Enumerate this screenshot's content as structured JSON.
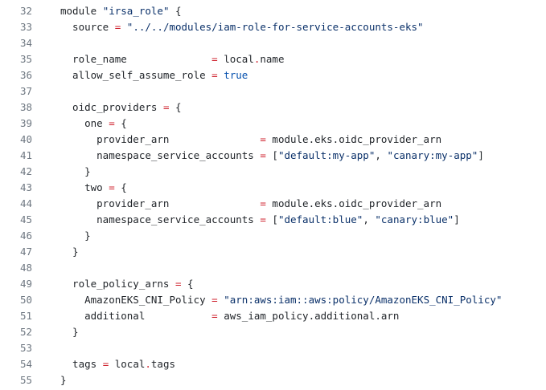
{
  "colors": {
    "background": "#ffffff",
    "text": "#1f2328",
    "line_number": "#6e7781",
    "string": "#0a3069",
    "operator": "#cf222e",
    "boolean": "#0550ae"
  },
  "lines": [
    {
      "num": "32",
      "tokens": [
        {
          "t": "module ",
          "k": "kw"
        },
        {
          "t": "\"irsa_role\"",
          "k": "str"
        },
        {
          "t": " {",
          "k": "punct"
        }
      ]
    },
    {
      "num": "33",
      "tokens": [
        {
          "t": "  source ",
          "k": "id"
        },
        {
          "t": "=",
          "k": "op"
        },
        {
          "t": " ",
          "k": "id"
        },
        {
          "t": "\"../../modules/iam-role-for-service-accounts-eks\"",
          "k": "str"
        }
      ]
    },
    {
      "num": "34",
      "tokens": []
    },
    {
      "num": "35",
      "tokens": [
        {
          "t": "  role_name              ",
          "k": "id"
        },
        {
          "t": "=",
          "k": "op"
        },
        {
          "t": " local",
          "k": "id"
        },
        {
          "t": ".",
          "k": "op"
        },
        {
          "t": "name",
          "k": "id"
        }
      ]
    },
    {
      "num": "36",
      "tokens": [
        {
          "t": "  allow_self_assume_role ",
          "k": "id"
        },
        {
          "t": "=",
          "k": "op"
        },
        {
          "t": " ",
          "k": "id"
        },
        {
          "t": "true",
          "k": "bool"
        }
      ]
    },
    {
      "num": "37",
      "tokens": []
    },
    {
      "num": "38",
      "tokens": [
        {
          "t": "  oidc_providers ",
          "k": "id"
        },
        {
          "t": "=",
          "k": "op"
        },
        {
          "t": " {",
          "k": "punct"
        }
      ]
    },
    {
      "num": "39",
      "tokens": [
        {
          "t": "    one ",
          "k": "id"
        },
        {
          "t": "=",
          "k": "op"
        },
        {
          "t": " {",
          "k": "punct"
        }
      ]
    },
    {
      "num": "40",
      "tokens": [
        {
          "t": "      provider_arn               ",
          "k": "id"
        },
        {
          "t": "=",
          "k": "op"
        },
        {
          "t": " module.eks.oidc_provider_arn",
          "k": "id"
        }
      ]
    },
    {
      "num": "41",
      "tokens": [
        {
          "t": "      namespace_service_accounts ",
          "k": "id"
        },
        {
          "t": "=",
          "k": "op"
        },
        {
          "t": " [",
          "k": "punct"
        },
        {
          "t": "\"default:my-app\"",
          "k": "str"
        },
        {
          "t": ", ",
          "k": "punct"
        },
        {
          "t": "\"canary:my-app\"",
          "k": "str"
        },
        {
          "t": "]",
          "k": "punct"
        }
      ]
    },
    {
      "num": "42",
      "tokens": [
        {
          "t": "    }",
          "k": "punct"
        }
      ]
    },
    {
      "num": "43",
      "tokens": [
        {
          "t": "    two ",
          "k": "id"
        },
        {
          "t": "=",
          "k": "op"
        },
        {
          "t": " {",
          "k": "punct"
        }
      ]
    },
    {
      "num": "44",
      "tokens": [
        {
          "t": "      provider_arn               ",
          "k": "id"
        },
        {
          "t": "=",
          "k": "op"
        },
        {
          "t": " module.eks.oidc_provider_arn",
          "k": "id"
        }
      ]
    },
    {
      "num": "45",
      "tokens": [
        {
          "t": "      namespace_service_accounts ",
          "k": "id"
        },
        {
          "t": "=",
          "k": "op"
        },
        {
          "t": " [",
          "k": "punct"
        },
        {
          "t": "\"default:blue\"",
          "k": "str"
        },
        {
          "t": ", ",
          "k": "punct"
        },
        {
          "t": "\"canary:blue\"",
          "k": "str"
        },
        {
          "t": "]",
          "k": "punct"
        }
      ]
    },
    {
      "num": "46",
      "tokens": [
        {
          "t": "    }",
          "k": "punct"
        }
      ]
    },
    {
      "num": "47",
      "tokens": [
        {
          "t": "  }",
          "k": "punct"
        }
      ]
    },
    {
      "num": "48",
      "tokens": []
    },
    {
      "num": "49",
      "tokens": [
        {
          "t": "  role_policy_arns ",
          "k": "id"
        },
        {
          "t": "=",
          "k": "op"
        },
        {
          "t": " {",
          "k": "punct"
        }
      ]
    },
    {
      "num": "50",
      "tokens": [
        {
          "t": "    AmazonEKS_CNI_Policy ",
          "k": "id"
        },
        {
          "t": "=",
          "k": "op"
        },
        {
          "t": " ",
          "k": "id"
        },
        {
          "t": "\"arn:aws:iam::aws:policy/AmazonEKS_CNI_Policy\"",
          "k": "str"
        }
      ]
    },
    {
      "num": "51",
      "tokens": [
        {
          "t": "    additional           ",
          "k": "id"
        },
        {
          "t": "=",
          "k": "op"
        },
        {
          "t": " aws_iam_policy.additional.arn",
          "k": "id"
        }
      ]
    },
    {
      "num": "52",
      "tokens": [
        {
          "t": "  }",
          "k": "punct"
        }
      ]
    },
    {
      "num": "53",
      "tokens": []
    },
    {
      "num": "54",
      "tokens": [
        {
          "t": "  tags ",
          "k": "id"
        },
        {
          "t": "=",
          "k": "op"
        },
        {
          "t": " local",
          "k": "id"
        },
        {
          "t": ".",
          "k": "op"
        },
        {
          "t": "tags",
          "k": "id"
        }
      ]
    },
    {
      "num": "55",
      "tokens": [
        {
          "t": "}",
          "k": "punct"
        }
      ]
    }
  ]
}
